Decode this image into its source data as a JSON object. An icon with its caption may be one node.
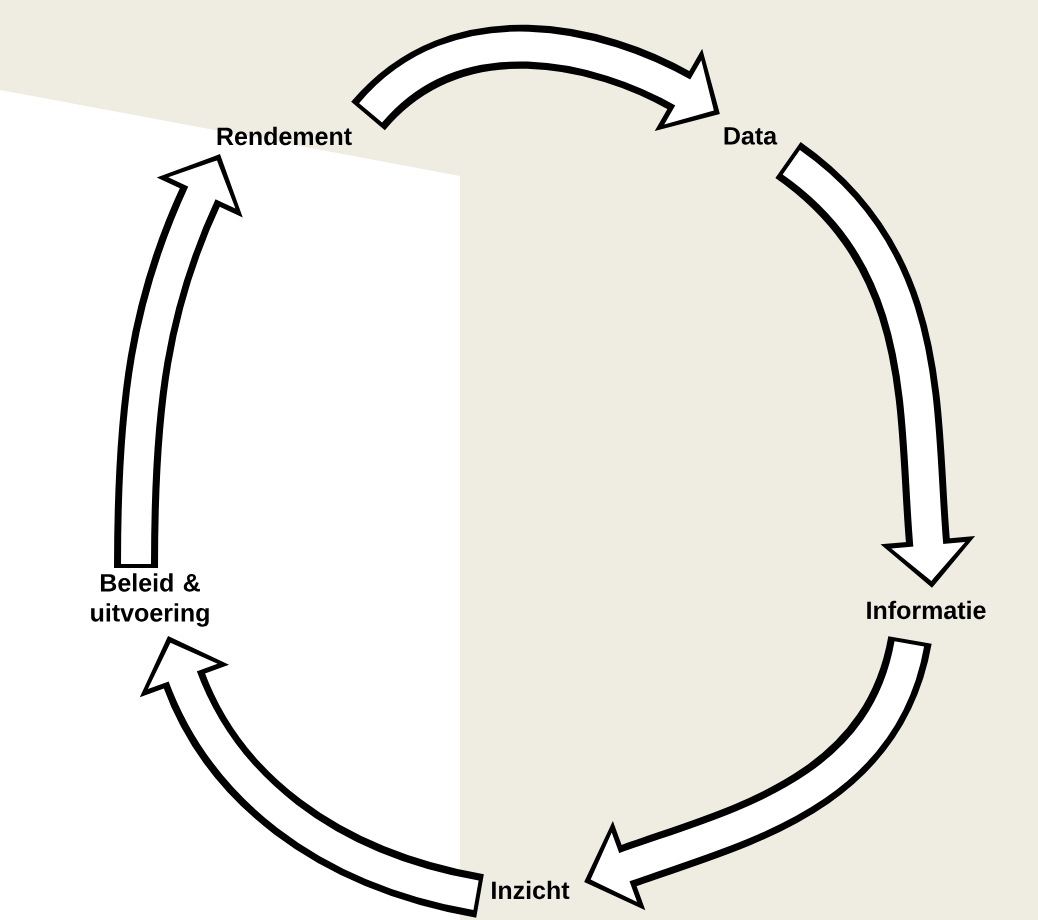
{
  "diagram": {
    "nodes": [
      {
        "text": [
          "Rendement"
        ]
      },
      {
        "text": [
          "Data"
        ]
      },
      {
        "text": [
          "Informatie"
        ]
      },
      {
        "text": [
          "Inzicht"
        ]
      },
      {
        "text": [
          "Beleid & uitvoering"
        ]
      }
    ],
    "edges": [
      {
        "from": 0,
        "to": 1,
        "arrow": "to"
      },
      {
        "from": 1,
        "to": 2,
        "arrow": "to"
      },
      {
        "from": 2,
        "to": 3,
        "arrow": "to"
      },
      {
        "from": 3,
        "to": 4,
        "arrow": "to",
        "color": "#000000"
      },
      {
        "from": 4,
        "to": 0,
        "arrow": "to"
      }
    ]
  }
}
